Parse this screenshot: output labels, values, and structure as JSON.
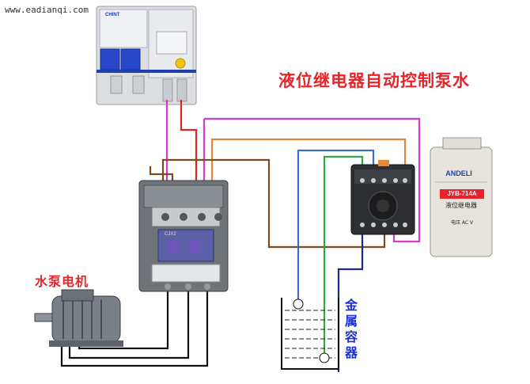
{
  "watermark": "www.eadianqi.com",
  "title": "液位继电器自动控制泵水",
  "motor_label": "水泵电机",
  "vessel_label": "金属容器",
  "relay_box": {
    "brand": "ANDELI",
    "model": "JYB-714A",
    "name": "液位继电器",
    "voltage": "电压 AC   V"
  },
  "breaker": {
    "brand": "CHINT"
  },
  "contactor": {
    "model": "CJX2"
  },
  "colors": {
    "title": "#e8232a",
    "vessel_label": "#1d2fd6",
    "wire_magenta": "#d63ac8",
    "wire_red": "#d8262a",
    "wire_orange": "#e6883a",
    "wire_brown": "#7a4a20",
    "wire_blue": "#3a6fc8",
    "wire_green": "#2fa84a",
    "wire_navy": "#1d2b8f",
    "wire_black": "#111111"
  }
}
